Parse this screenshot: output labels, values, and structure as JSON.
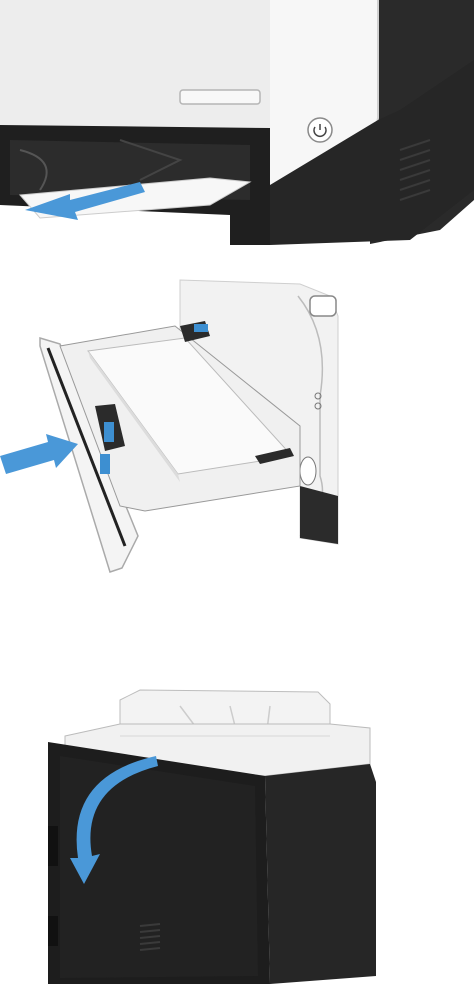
{
  "document": {
    "steps": [
      {
        "illustration": "paper-jam-output-illustration",
        "arrow_color": "#4a98d8",
        "arrow_direction": "left"
      },
      {
        "illustration": "close-tray-illustration",
        "arrow_color": "#4a98d8",
        "arrow_direction": "right"
      },
      {
        "illustration": "open-rear-door-illustration",
        "arrow_color": "#4a98d8",
        "arrow_direction": "curved-down"
      }
    ],
    "colors": {
      "printer_body": "#2b2b2b",
      "printer_light": "#f2f2f2",
      "paper": "#f7f7f7",
      "arrow": "#4a98d8",
      "tray_blue": "#3d8fd1"
    }
  }
}
